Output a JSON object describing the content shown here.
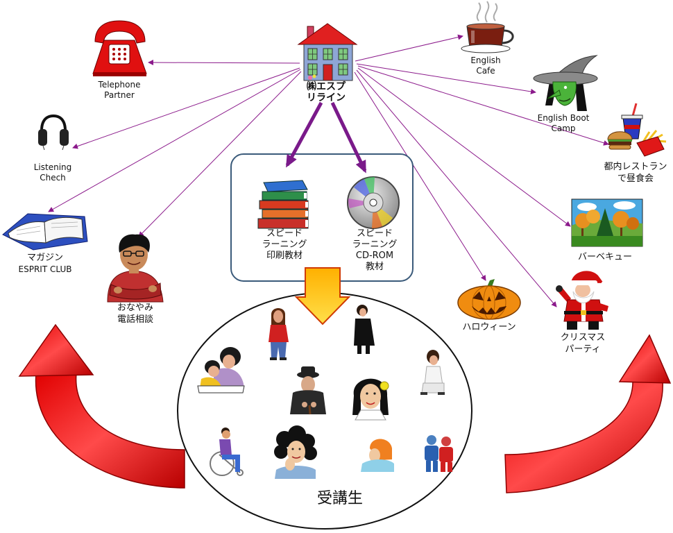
{
  "hub": {
    "icon": "house-icon",
    "name_lines": [
      "㈱エスプ",
      "リライン"
    ]
  },
  "services": {
    "telephone_partner": {
      "icon": "telephone-icon",
      "lines": [
        "Telephone",
        "Partner"
      ]
    },
    "listening_check": {
      "icon": "headphones-icon",
      "lines": [
        "Listening",
        "Chech"
      ]
    },
    "magazine": {
      "icon": "open-book-icon",
      "lines": [
        "マガジン",
        "ESPRIT CLUB"
      ]
    },
    "consultation": {
      "icon": "person-icon",
      "lines": [
        "おなやみ",
        "電話相談"
      ]
    },
    "english_cafe": {
      "icon": "coffee-cup-icon",
      "lines": [
        "English",
        "Cafe"
      ]
    },
    "boot_camp": {
      "icon": "witch-icon",
      "lines": [
        "English Boot",
        "Camp"
      ]
    },
    "lunch": {
      "icon": "burger-icon",
      "lines": [
        "都内レストラン",
        "で昼食会"
      ]
    },
    "bbq": {
      "icon": "landscape-icon",
      "lines": [
        "バーベキュー"
      ]
    },
    "halloween": {
      "icon": "pumpkin-icon",
      "lines": [
        "ハロウィーン"
      ]
    },
    "christmas": {
      "icon": "santa-icon",
      "lines": [
        "クリスマス",
        "パーティ"
      ]
    }
  },
  "materials": {
    "print": {
      "icon": "books-icon",
      "lines": [
        "スピード",
        "ラーニング",
        "印刷教材"
      ]
    },
    "cd": {
      "icon": "cd-icon",
      "lines": [
        "スピード",
        "ラーニング",
        "CD-ROM",
        "教材"
      ]
    }
  },
  "students": {
    "label": "受講生"
  },
  "colors": {
    "connector": "#8b1a8b",
    "material_arrow": "#7a1a8a",
    "cycle_arrow": "#e00000",
    "down_arrow": "#ffb000",
    "roof": "#e02020",
    "materials_box": "#3a5a7a"
  }
}
